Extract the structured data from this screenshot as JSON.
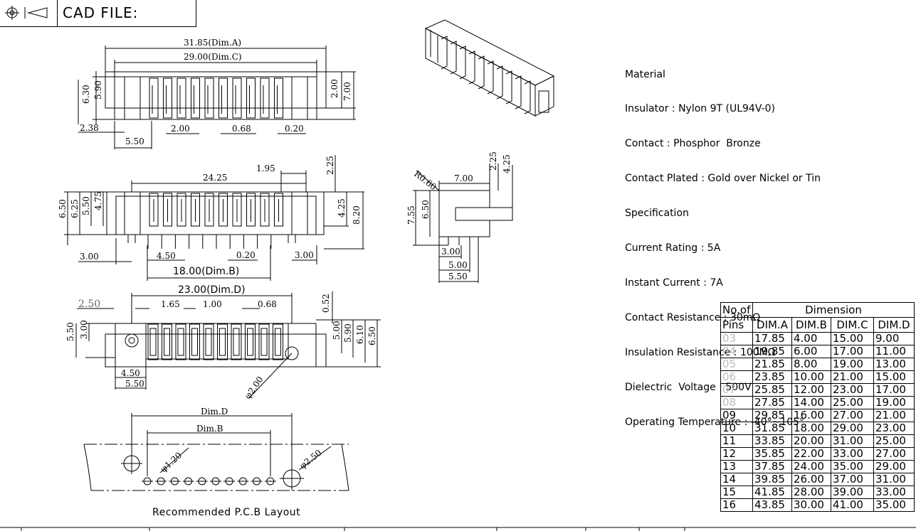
{
  "title_block": {
    "cad_label": "CAD FILE:"
  },
  "specs": {
    "lines": [
      "Material",
      "Insulator : Nylon 9T (UL94V-0)",
      "Contact : Phosphor  Bronze",
      "Contact Plated : Gold over Nickel or Tin",
      "Specification",
      "Current Rating : 5A",
      "Instant Current : 7A",
      "Contact Resistance : 30mΩ",
      "Insulation Resistance : 100MΩ",
      "Dielectric  Voltage : 500V",
      "Operating Temperature : -40°~105°"
    ]
  },
  "top_view": {
    "dim_a": "31.85(Dim.A)",
    "dim_c": "29.00(Dim.C)",
    "h1": "6.30",
    "h2": "5.90",
    "r1": "2.00",
    "r2": "7.00",
    "b1": "2.38",
    "b2": "2.00",
    "b3": "0.68",
    "b4": "0.20",
    "b5": "5.50"
  },
  "front_view": {
    "w1": "24.25",
    "w2": "1.95",
    "w3": "2.25",
    "h1": "6.50",
    "h2": "6.25",
    "h3": "5.50",
    "h4": "4.75",
    "r1": "4.25",
    "r2": "8.20",
    "b1": "3.00",
    "b2": "4.50",
    "b3": "0.20",
    "b4": "3.00",
    "dim_b": "18.00(Dim.B)"
  },
  "side_view": {
    "radius": "R0.60",
    "w": "7.00",
    "t1": "2.25",
    "t2": "4.25",
    "h1": "7.55",
    "h2": "6.50",
    "b1": "3.00",
    "b2": "5.00",
    "b3": "5.50"
  },
  "bottom_view": {
    "dim_d": "23.00(Dim.D)",
    "l1": "2.50",
    "l2": "1.65",
    "l3": "1.00",
    "l4": "0.68",
    "l5": "0.52",
    "h1": "5.50",
    "h2": "3.00",
    "r1": "5.00",
    "r2": "5.90",
    "r3": "6.10",
    "r4": "6.50",
    "b1": "4.50",
    "b2": "5.50",
    "dia": "φ2.00"
  },
  "pcb_layout": {
    "dim_d": "Dim.D",
    "dim_b": "Dim.B",
    "d1": "φ1.20",
    "d2": "φ2.50",
    "title": "Recommended P.C.B Layout"
  },
  "dimension_table": {
    "header_pins_1": "No.of",
    "header_pins_2": "Pins",
    "header_dimension": "Dimension",
    "columns": [
      "DIM.A",
      "DIM.B",
      "DIM.C",
      "DIM.D"
    ],
    "rows": [
      [
        "03",
        "17.85",
        "4.00",
        "15.00",
        "9.00"
      ],
      [
        "04",
        "19.85",
        "6.00",
        "17.00",
        "11.00"
      ],
      [
        "05",
        "21.85",
        "8.00",
        "19.00",
        "13.00"
      ],
      [
        "06",
        "23.85",
        "10.00",
        "21.00",
        "15.00"
      ],
      [
        "07",
        "25.85",
        "12.00",
        "23.00",
        "17.00"
      ],
      [
        "08",
        "27.85",
        "14.00",
        "25.00",
        "19.00"
      ],
      [
        "09",
        "29.85",
        "16.00",
        "27.00",
        "21.00"
      ],
      [
        "10",
        "31.85",
        "18.00",
        "29.00",
        "23.00"
      ],
      [
        "11",
        "33.85",
        "20.00",
        "31.00",
        "25.00"
      ],
      [
        "12",
        "35.85",
        "22.00",
        "33.00",
        "27.00"
      ],
      [
        "13",
        "37.85",
        "24.00",
        "35.00",
        "29.00"
      ],
      [
        "14",
        "39.85",
        "26.00",
        "37.00",
        "31.00"
      ],
      [
        "15",
        "41.85",
        "28.00",
        "39.00",
        "33.00"
      ],
      [
        "16",
        "43.85",
        "30.00",
        "41.00",
        "35.00"
      ]
    ],
    "faint_rows": [
      "03",
      "04",
      "05",
      "06",
      "07",
      "08"
    ]
  }
}
